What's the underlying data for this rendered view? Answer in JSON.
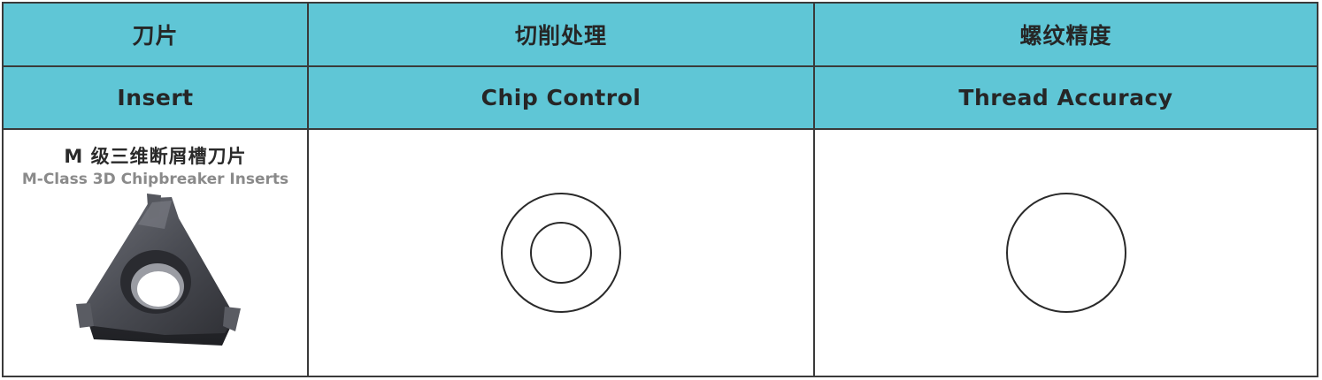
{
  "header_zh": [
    "刀片",
    "切削处理",
    "螺纹精度"
  ],
  "header_en": [
    "Insert",
    "Chip Control",
    "Thread Accuracy"
  ],
  "row": {
    "insert_zh": "M 级三维断屑槽刀片",
    "insert_en": "M-Class 3D Chipbreaker Inserts",
    "chip_control_symbol": "double-circle-icon",
    "thread_accuracy_symbol": "circle-icon"
  },
  "colors": {
    "header_bg": "#5fc6d6",
    "border": "#3a3a3a",
    "text": "#262626"
  }
}
